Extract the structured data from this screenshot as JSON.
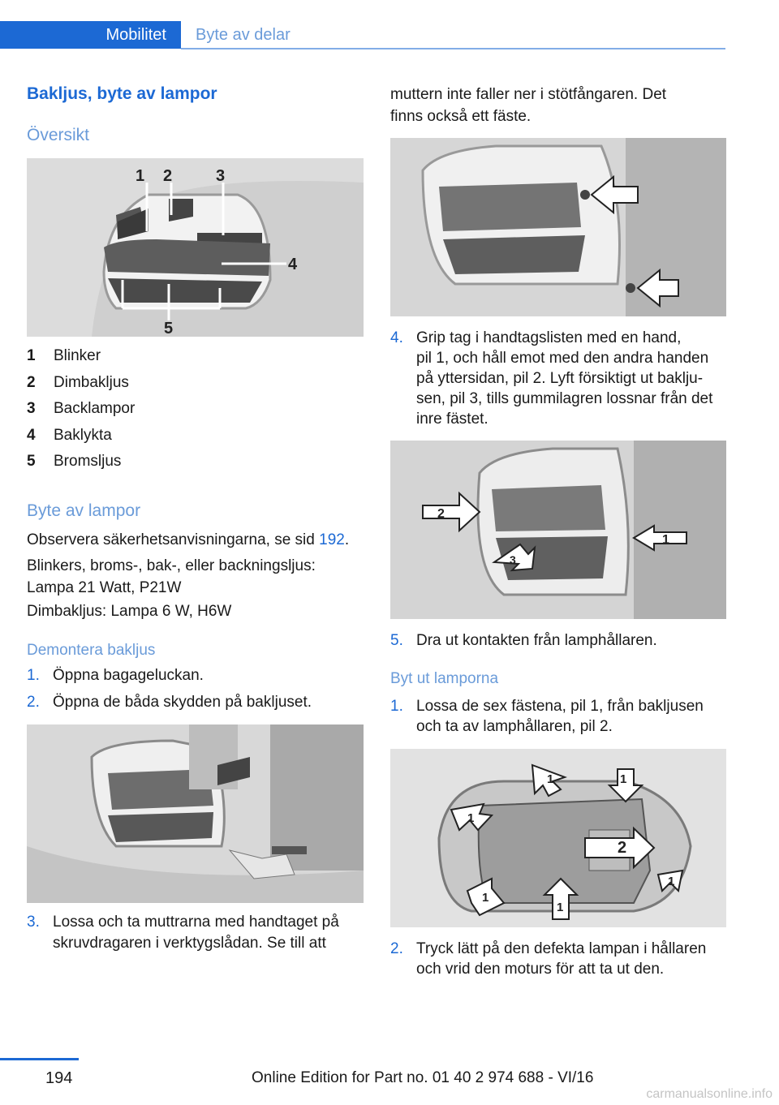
{
  "header": {
    "tab_active": "Mobilitet",
    "tab_inactive": "Byte av delar"
  },
  "left": {
    "title": "Bakljus, byte av lampor",
    "overview_heading": "Översikt",
    "legend": [
      {
        "num": "1",
        "label": "Blinker"
      },
      {
        "num": "2",
        "label": "Dimbakljus"
      },
      {
        "num": "3",
        "label": "Backlampor"
      },
      {
        "num": "4",
        "label": "Baklykta"
      },
      {
        "num": "5",
        "label": "Bromsljus"
      }
    ],
    "replace_heading": "Byte av lampor",
    "note_before": "Observera säkerhetsanvisningarna, se sid ",
    "note_link": "192",
    "note_after": ".",
    "para2_line1": "Blinkers, broms-, bak-, eller backningsljus:",
    "para2_line2": "Lampa 21 Watt, P21W",
    "para3": "Dimbakljus: Lampa 6 W, H6W",
    "remove_heading": "Demontera bakljus",
    "steps": [
      {
        "num": "1.",
        "lines": [
          "Öppna bagageluckan."
        ]
      },
      {
        "num": "2.",
        "lines": [
          "Öppna de båda skydden på bakljuset."
        ]
      }
    ],
    "step3": {
      "num": "3.",
      "line1": "Lossa och ta muttrarna med handtaget på",
      "line2": "skruvdragaren i verktygslådan. Se till att"
    }
  },
  "right": {
    "cont_line1": "muttern inte faller ner i stötfångaren. Det",
    "cont_line2": "finns också ett fäste.",
    "step4": {
      "num": "4.",
      "lines": [
        "Grip tag i handtagslisten med en hand,",
        "pil 1, och håll emot med den andra handen",
        "på yttersidan, pil 2. Lyft försiktigt ut baklju-",
        "sen, pil 3, tills gummilagren lossnar från det",
        "inre fästet."
      ]
    },
    "step5": {
      "num": "5.",
      "lines": [
        "Dra ut kontakten från lamphållaren."
      ]
    },
    "swap_heading": "Byt ut lamporna",
    "swap_step1": {
      "num": "1.",
      "lines": [
        "Lossa de sex fästena, pil 1, från bakljusen",
        "och ta av lamphållaren, pil 2."
      ]
    },
    "swap_step2": {
      "num": "2.",
      "lines": [
        "Tryck lätt på den defekta lampan i hållaren",
        "och vrid den moturs för att ta ut den."
      ]
    }
  },
  "figures": {
    "overview_callouts": [
      "1",
      "2",
      "3",
      "4",
      "5"
    ],
    "fig4_callouts": [
      "2",
      "1",
      "3"
    ],
    "fig5_callouts": [
      "1",
      "1",
      "1",
      "2",
      "1",
      "1",
      "1"
    ]
  },
  "footer": {
    "page_number": "194",
    "edition": "Online Edition for Part no. 01 40 2 974 688 - VI/16",
    "watermark": "carmanualsonline.info"
  }
}
